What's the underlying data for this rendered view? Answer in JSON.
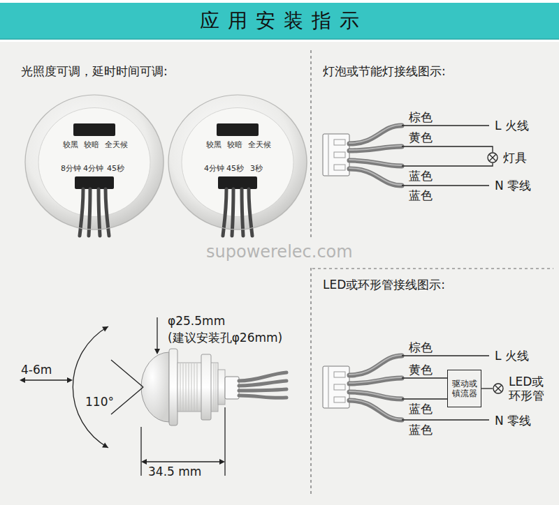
{
  "diagram": {
    "title": "应用安装指示",
    "nodes": [
      {
        "text": [
          "较黑",
          "较暗",
          "全天候",
          "8分钟",
          "4分钟",
          "45秒"
        ]
      },
      {
        "text": [
          "较黑",
          "较暗",
          "全天候",
          "4分钟",
          "45秒",
          "3秒"
        ]
      },
      {
        "text": [
          "灯具"
        ]
      },
      {
        "text": [
          "驱动或镇流器"
        ]
      },
      {
        "text": [
          "LED或环形管"
        ]
      }
    ],
    "edges": [
      {
        "from": 3,
        "to": 4,
        "arrow": "none"
      }
    ],
    "labels": [
      "光照度可调，延时时间可调:",
      "灯泡或节能灯接线图示:",
      "棕色",
      "L 火线",
      "黄色",
      "蓝色",
      "蓝色",
      "N 零线",
      "supowerelec.com",
      "φ25.5mm",
      "(建议安装孔φ26mm)",
      "4-6m",
      "110°",
      "34.5 mm",
      "LED或环形管接线图示:",
      "棕色",
      "L 火线",
      "黄色",
      "蓝色",
      "蓝色",
      "N 零线"
    ]
  }
}
